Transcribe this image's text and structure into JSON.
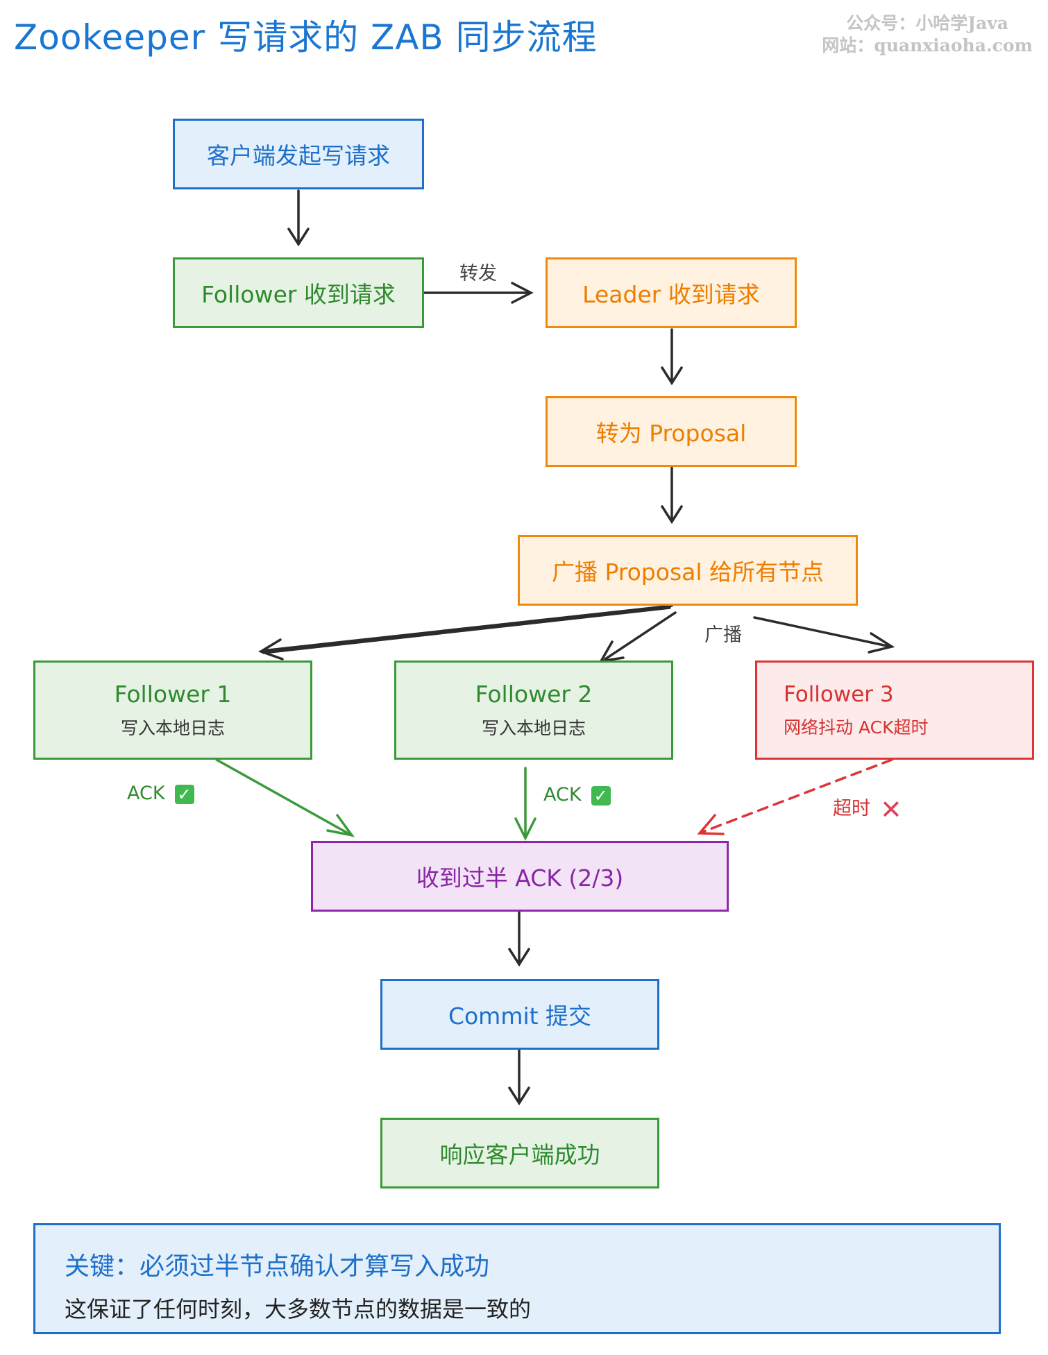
{
  "title": "Zookeeper 写请求的 ZAB 同步流程",
  "watermark": {
    "line1": "公众号：小哈学Java",
    "line2": "网站：quanxiaoha.com"
  },
  "nodes": {
    "client_request": "客户端发起写请求",
    "follower_receive": "Follower 收到请求",
    "leader_receive": "Leader 收到请求",
    "to_proposal": "转为 Proposal",
    "broadcast": "广播 Proposal 给所有节点",
    "follower1": {
      "title": "Follower 1",
      "sub": "写入本地日志"
    },
    "follower2": {
      "title": "Follower 2",
      "sub": "写入本地日志"
    },
    "follower3": {
      "title": "Follower 3",
      "sub": "网络抖动 ACK超时"
    },
    "quorum": "收到过半 ACK (2/3)",
    "commit": "Commit 提交",
    "respond": "响应客户端成功"
  },
  "edge_labels": {
    "forward": "转发",
    "broadcast": "广播",
    "ack1": "ACK",
    "ack2": "ACK",
    "timeout": "超时"
  },
  "icons": {
    "ack_icon": "check-mark-button",
    "timeout_icon": "cross-mark"
  },
  "colors": {
    "blue": "#1e6fc9",
    "green": "#3a9a3a",
    "orange": "#f08a0e",
    "red": "#dc3535",
    "purple": "#8e28a8"
  },
  "key_note": {
    "line1": "关键：必须过半节点确认才算写入成功",
    "line2": "这保证了任何时刻，大多数节点的数据是一致的"
  }
}
